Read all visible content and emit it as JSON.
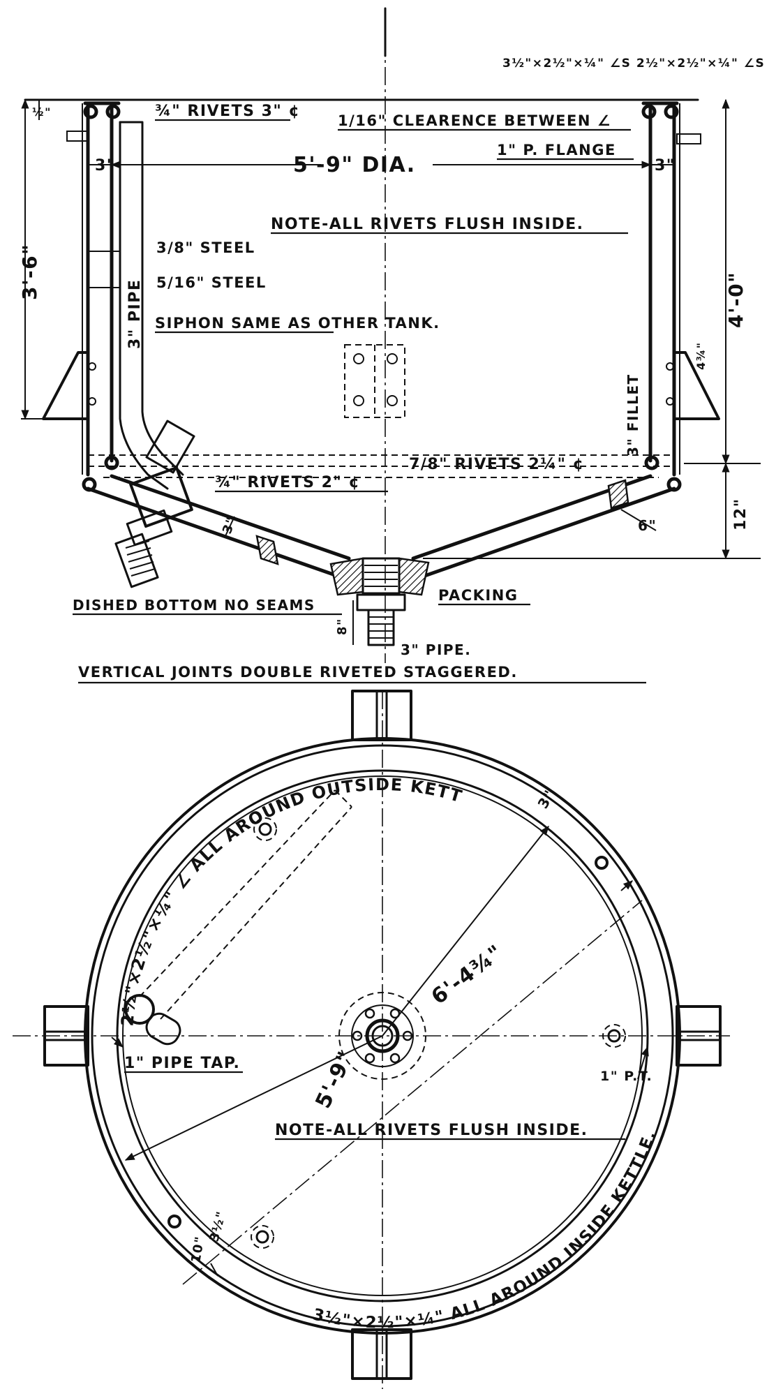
{
  "elevation": {
    "notes": {
      "rivets_top": "¾\" RIVETS 3\" ¢",
      "clearance": "1/16\" CLEARENCE BETWEEN ∠",
      "angle_sizes": "3½\"×2½\"×¼\" ∠S  2½\"×2½\"×¼\" ∠S",
      "pipe_flange": "1\" P. FLANGE",
      "dia": "5'-9\" DIA.",
      "note_rivets": "NOTE-ALL RIVETS FLUSH INSIDE.",
      "steel_1": "3/8\" STEEL",
      "steel_2": "5/16\" STEEL",
      "pipe_3": "3\" PIPE",
      "siphon": "SIPHON SAME AS OTHER TANK.",
      "fillet": "3\" FILLET",
      "rivets_7_8": "7/8\" RIVETS 2¼\" ¢",
      "rivets_3_4": "¾\" RIVETS 2\" ¢",
      "packing": "PACKING",
      "dished": "DISHED BOTTOM NO SEAMS",
      "pipe_3_bottom": "3\" PIPE.",
      "vertical_joints": "VERTICAL JOINTS DOUBLE RIVETED STAGGERED."
    },
    "dims": {
      "half_in": "½\"",
      "three_left": "3\"",
      "three_right": "3\"",
      "height_left": "3'-6\"",
      "height_right": "4'-0\"",
      "bracket": "4¾\"",
      "bottom_12": "12\"",
      "six": "6\"",
      "three_slope": "3\"",
      "eight": "8\""
    }
  },
  "plan": {
    "notes": {
      "angle_outside": "2½\"×2½\"×¼\" ∠ ALL AROUND OUTSIDE KETTLE.",
      "angle_inside": "3½\"×2½\"×¼\" ALL AROUND INSIDE KETTLE.",
      "pipe_tap": "1\" PIPE TAP.",
      "pt": "1\" P.T.",
      "note_rivets": "NOTE-ALL RIVETS FLUSH INSIDE."
    },
    "dims": {
      "dia_outer": "6'-4¾\"",
      "dia_inner": "5'-9\"",
      "three": "3\"",
      "three_half": "3½\"",
      "ten": "10\""
    }
  }
}
